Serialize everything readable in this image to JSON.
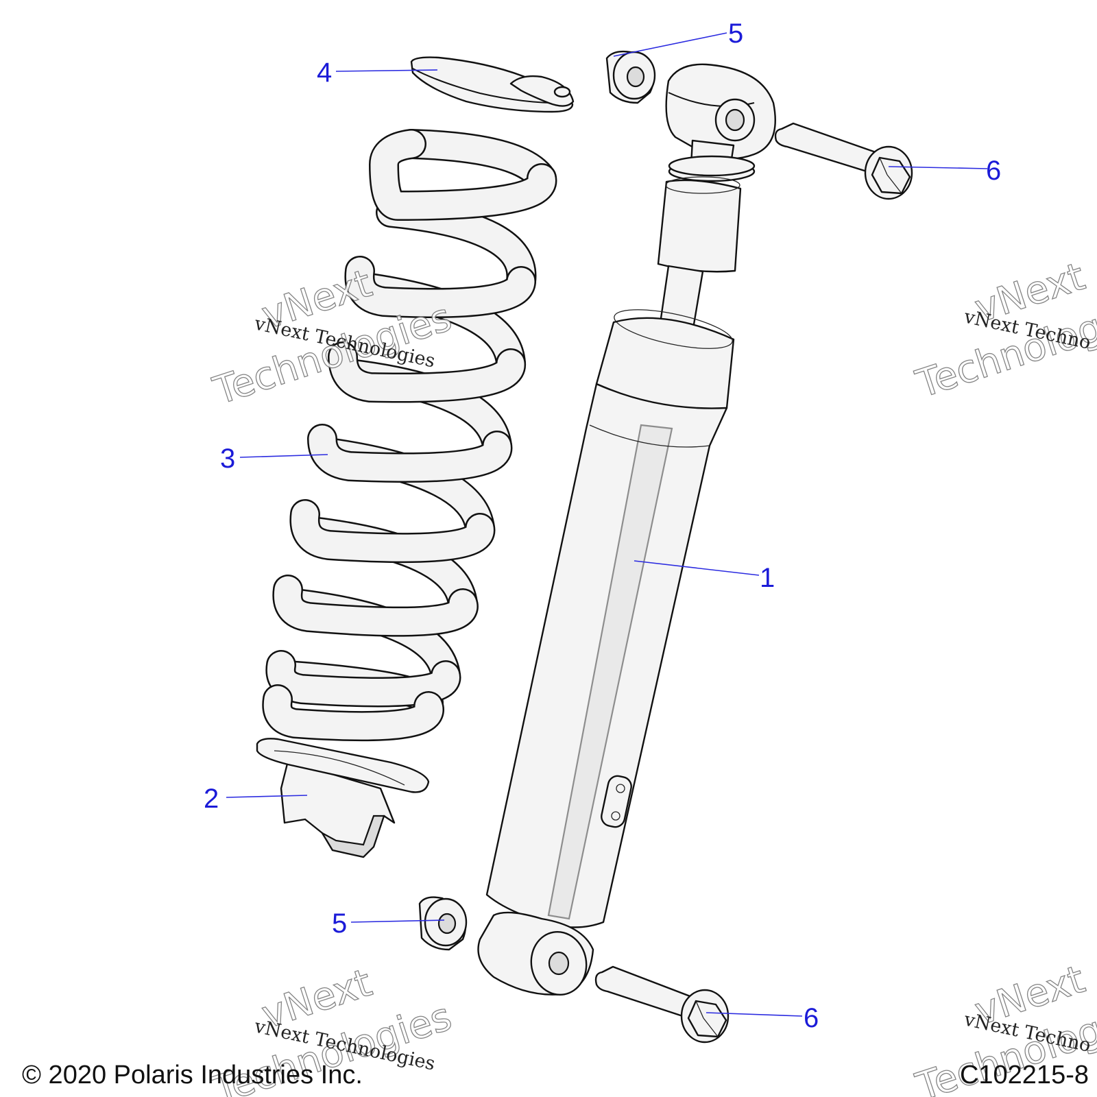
{
  "callouts": [
    "1",
    "2",
    "3",
    "4",
    "5",
    "5",
    "6",
    "6"
  ],
  "watermark": {
    "brand_line": "vNext",
    "brand_word": "Technologies",
    "small_text": "vNext Technologies",
    "small_text_clipped": "vNext Techno"
  },
  "footer": {
    "copyright": "© 2020 Polaris Industries Inc.",
    "drawing_id": "C102215-8"
  },
  "colors": {
    "callout": "#1b1bd8",
    "line_art": "#111111",
    "background": "#ffffff"
  }
}
